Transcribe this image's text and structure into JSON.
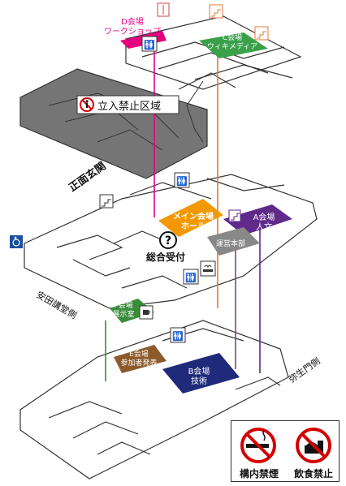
{
  "venues": {
    "d": {
      "line1": "D会場",
      "line2": "ワークショップ",
      "color": "#e4007f"
    },
    "c": {
      "line1": "C会場",
      "line2": "ウィキメディア",
      "color": "#3aa14a"
    },
    "main": {
      "line1": "メイン会場",
      "line2": "ホール",
      "color": "#f39800"
    },
    "a": {
      "line1": "A会場",
      "line2": "人文",
      "color": "#5f2a8a"
    },
    "f": {
      "line1": "F会場",
      "line2": "展示室",
      "color": "#3a8b3a"
    },
    "e": {
      "line1": "E会場",
      "line2": "参加者発表",
      "color": "#8c5a2b"
    },
    "b": {
      "line1": "B会場",
      "line2": "技術",
      "color": "#1f2a7a"
    }
  },
  "labels": {
    "restricted": "立入禁止区域",
    "entrance": "正面玄関",
    "reception": "総合受付",
    "staff": "運営本部",
    "yasuda_side": "安田講堂側",
    "yayoi_gate": "弥生門側"
  },
  "legend": {
    "no_smoking": "構内禁煙",
    "no_eating": "飲食禁止"
  },
  "icons": {
    "question": "?",
    "restricted": "no-entry-person-icon",
    "toilet": "toilet-icon",
    "stairs": "stairs-icon",
    "elevator": "elevator-icon",
    "wheelchair": "wheelchair-icon",
    "smoking": "smoking-area-icon",
    "cafe": "cafe-icon"
  }
}
